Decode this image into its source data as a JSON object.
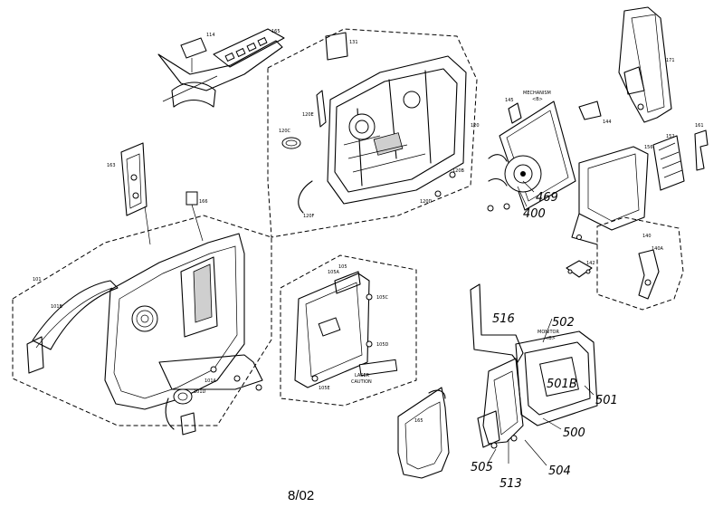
{
  "footer": {
    "date_code": "8/02"
  },
  "labels": {
    "l114": "114",
    "l165": "165",
    "l131": "131",
    "l120": "120",
    "l120f": "120F",
    "l120e": "120E",
    "l120d": "120D",
    "l120c": "120C",
    "l120b": "120B",
    "l145": "145",
    "l144": "144",
    "l171": "171",
    "l161": "161",
    "l152": "152",
    "l156": "156",
    "l140": "140",
    "l140a": "140A",
    "l142": "142",
    "l163": "163",
    "l166": "166",
    "l101": "101",
    "l101b": "101B",
    "l101a": "101A",
    "l101d": "101D",
    "l105": "105",
    "l105a": "105A",
    "l105c": "105C",
    "l105d": "105D",
    "l105e": "105E",
    "l165b": "165",
    "mechanism": "MECHANISM",
    "mechanism_sub": "<B>",
    "monitor": "MONITOR",
    "monitor_sub": "<B>",
    "laser_caution": "LASER\nCAUTION",
    "laser_caution_1": "LASER",
    "laser_caution_2": "CAUTION"
  },
  "callouts": {
    "c469": "469",
    "c400": "400",
    "c516": "516",
    "c502": "502",
    "c501": "501",
    "c500": "500",
    "c501b": "501B",
    "c505": "505",
    "c504": "504",
    "c513": "513"
  }
}
